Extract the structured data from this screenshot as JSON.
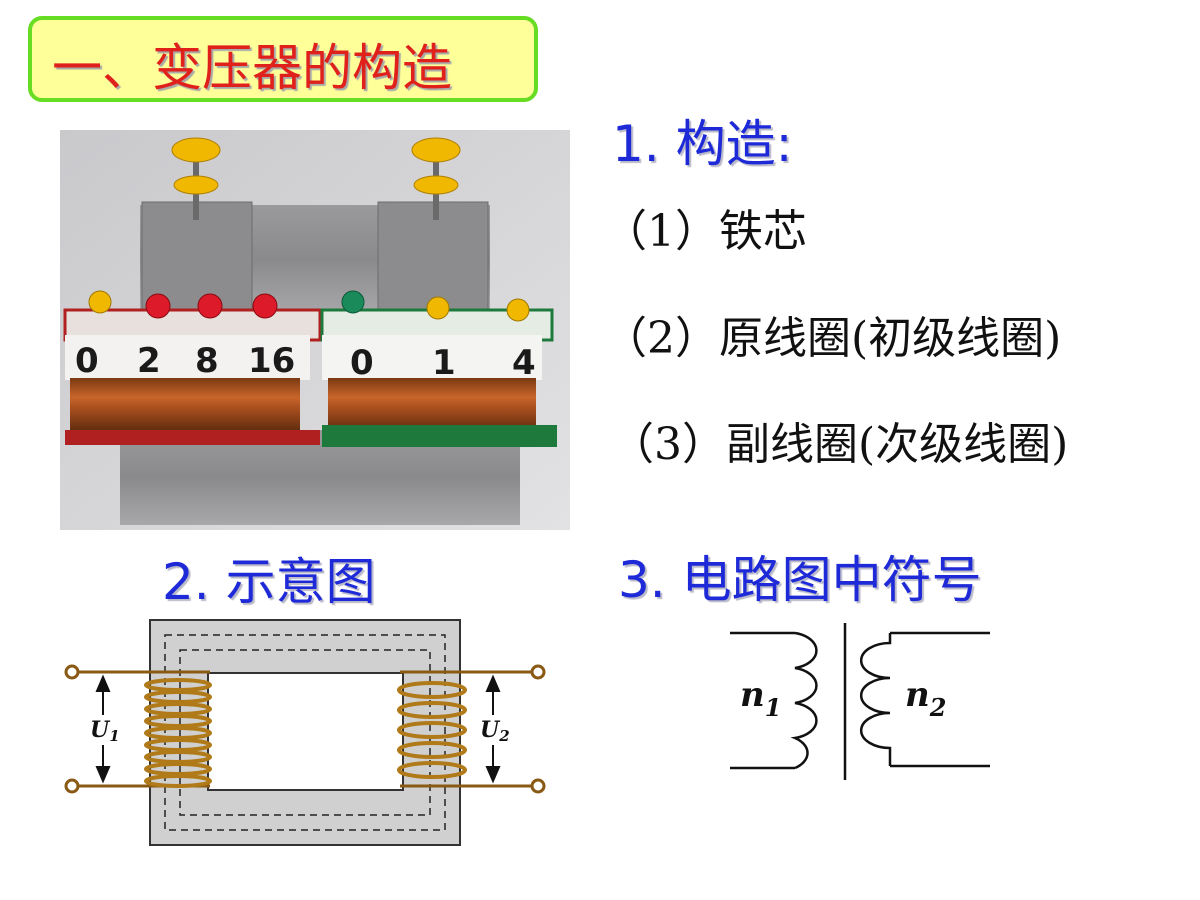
{
  "title": "一、变压器的构造",
  "sections": {
    "construction": {
      "heading": "1. 构造:",
      "items": [
        "（1）铁芯",
        "（2）原线圈(初级线圈)",
        "（3）副线圈(次级线圈)"
      ]
    },
    "schematic": {
      "heading": "2. 示意图",
      "u1": "U",
      "u1_sub": "1",
      "u2": "U",
      "u2_sub": "2"
    },
    "symbol": {
      "heading": "3. 电路图中符号",
      "n1": "n",
      "n1_sub": "1",
      "n2": "n",
      "n2_sub": "2"
    }
  },
  "photo": {
    "left_labels": [
      "0",
      "2",
      "8",
      "16"
    ],
    "right_labels": [
      "0",
      "1",
      "4"
    ]
  }
}
